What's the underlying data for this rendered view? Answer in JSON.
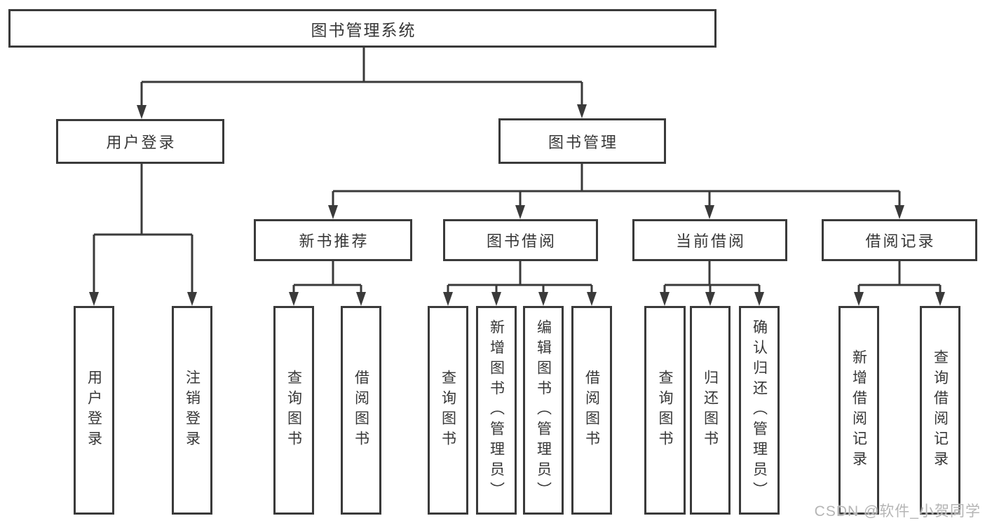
{
  "tree": {
    "label": "图书管理系统",
    "children": [
      {
        "label": "用户登录",
        "children": [
          {
            "label": "用户登录"
          },
          {
            "label": "注销登录"
          }
        ]
      },
      {
        "label": "图书管理",
        "children": [
          {
            "label": "新书推荐",
            "children": [
              {
                "label": "查询图书"
              },
              {
                "label": "借阅图书"
              }
            ]
          },
          {
            "label": "图书借阅",
            "children": [
              {
                "label": "查询图书"
              },
              {
                "label": "新增图书（管理员）"
              },
              {
                "label": "编辑图书（管理员）"
              },
              {
                "label": "借阅图书"
              }
            ]
          },
          {
            "label": "当前借阅",
            "children": [
              {
                "label": "查询图书"
              },
              {
                "label": "归还图书"
              },
              {
                "label": "确认归还（管理员）"
              }
            ]
          },
          {
            "label": "借阅记录",
            "children": [
              {
                "label": "新增借阅记录"
              },
              {
                "label": "查询借阅记录"
              }
            ]
          }
        ]
      }
    ]
  },
  "watermark": "CSDN @软件_小贺同学",
  "colors": {
    "line": "#3a3a3a",
    "box_border": "#3a3a3a",
    "text": "#373737",
    "background": "#ffffff",
    "watermark": "#b5b5b5"
  }
}
